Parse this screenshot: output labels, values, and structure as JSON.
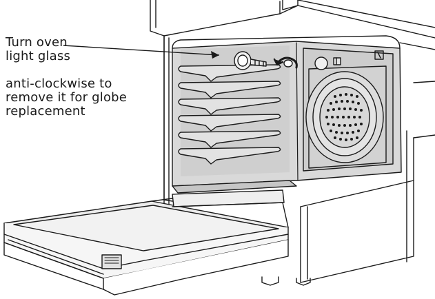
{
  "callout": {
    "lines": [
      "Turn oven",
      "light glass",
      "anti-clockwise to",
      "remove it for globe",
      "replacement"
    ]
  },
  "colors": {
    "outline": "#1a1a1a",
    "cavity_fill": "#d9d9d9",
    "cavity_shadow": "#bfbfbf",
    "background": "#ffffff"
  },
  "icons": {
    "rotation": "anticlockwise-arrow-icon",
    "lamp": "oven-light-icon",
    "fan": "fan-cover-icon"
  }
}
